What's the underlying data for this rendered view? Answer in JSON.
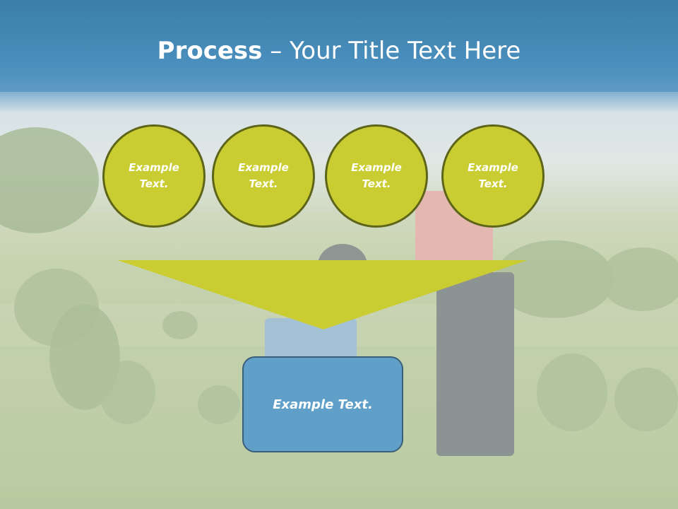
{
  "title": {
    "bold": "Process",
    "separator": " – ",
    "rest": "Your Title Text Here"
  },
  "circles": [
    {
      "text": "Example Text."
    },
    {
      "text": "Example Text."
    },
    {
      "text": "Example Text."
    },
    {
      "text": "Example Text."
    }
  ],
  "result_box": {
    "text": "Example Text."
  },
  "colors": {
    "title_bar": "#4a8fbd",
    "circle_fill": "#cacd32",
    "circle_border": "#5e6518",
    "funnel_fill": "#cacd32",
    "box_fill": "#5f9fc8",
    "box_border": "#3a5f7a"
  }
}
